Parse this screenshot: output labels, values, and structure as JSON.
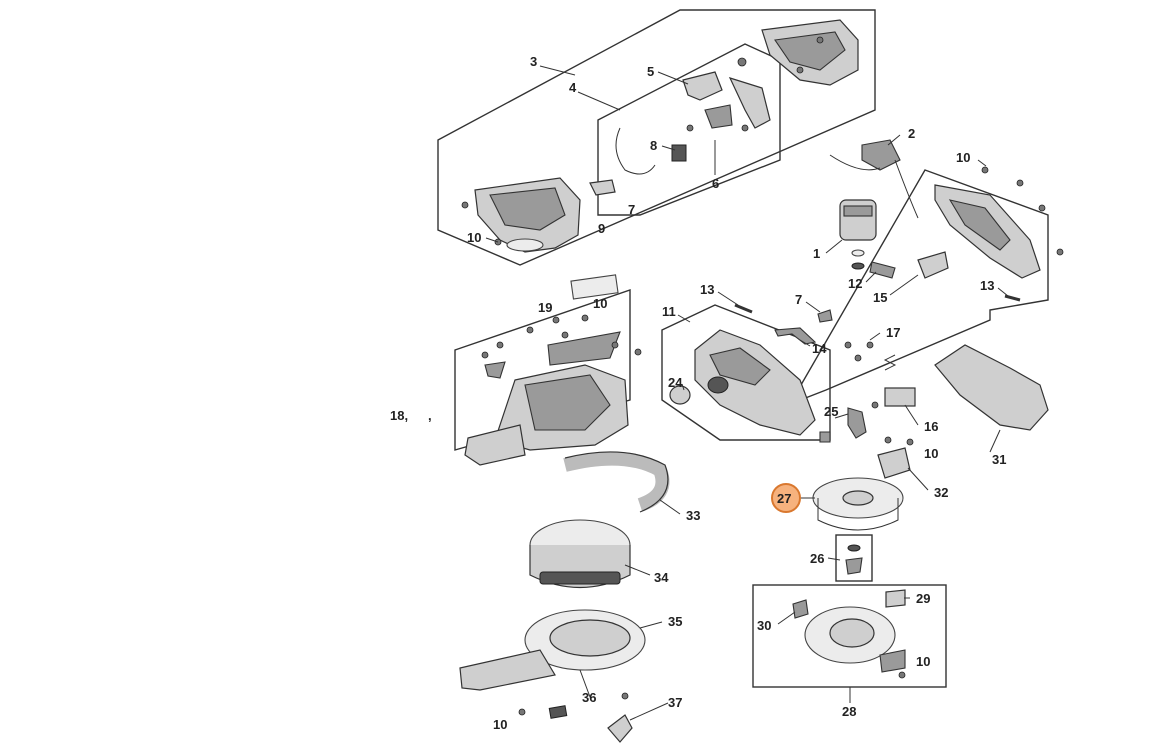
{
  "diagram": {
    "highlighted_label": "27",
    "highlight_color": "#f6b27e",
    "labels": {
      "l3": "3",
      "l4": "4",
      "l5": "5",
      "l2": "2",
      "l8": "8",
      "l6": "6",
      "l7a": "7",
      "l9": "9",
      "l10a": "10",
      "l10b": "10",
      "l1": "1",
      "l12": "12",
      "l15": "15",
      "l13a": "13",
      "l13b": "13",
      "l19": "19",
      "l10c": "10",
      "l11": "11",
      "l7b": "7",
      "l14": "14",
      "l17": "17",
      "l18": "18,",
      "l18b": ",",
      "l24": "24",
      "l25": "25",
      "l16": "16",
      "l10d": "10",
      "l31": "31",
      "l32": "32",
      "l27": "27",
      "l33": "33",
      "l34": "34",
      "l26": "26",
      "l29": "29",
      "l30": "30",
      "l35": "35",
      "l10e": "10",
      "l28": "28",
      "l36": "36",
      "l37": "37",
      "l10f": "10"
    }
  }
}
